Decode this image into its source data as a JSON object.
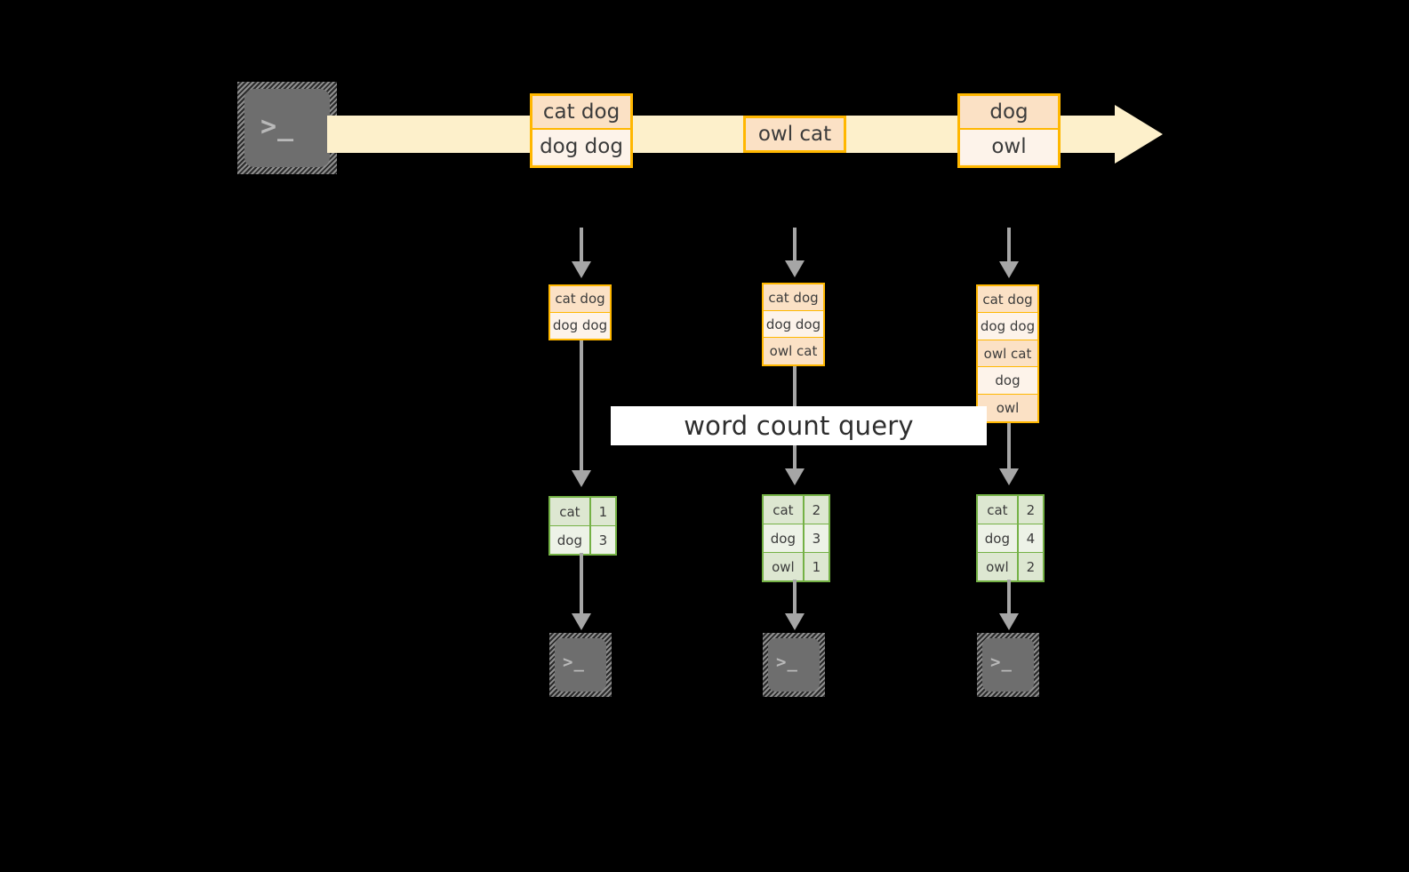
{
  "diagram": {
    "title": "streaming word count over an event timeline",
    "colors": {
      "background": "#000000",
      "timeline_arrow": "#fdf0cb",
      "message_border": "#ffb700",
      "message_fill_dark": "#fbe1c5",
      "message_fill_light": "#fdf3ea",
      "result_border": "#74b145",
      "result_fill_dark": "#dde7d1",
      "result_fill_light": "#edf2e7",
      "connector": "#a6a6a6",
      "terminal_screen": "#6e6e6e",
      "label_band": "#ffffff"
    }
  },
  "source": {
    "icon": "terminal-icon",
    "prompt_glyph": ">_"
  },
  "timeline": {
    "messages": [
      {
        "lines": [
          "cat dog",
          "dog dog"
        ]
      },
      {
        "lines": [
          "owl cat"
        ]
      },
      {
        "lines": [
          "dog",
          "owl"
        ]
      }
    ]
  },
  "snapshots": [
    {
      "stack": [
        "cat dog",
        "dog dog"
      ],
      "result": {
        "rows": [
          {
            "word": "cat",
            "count": "1"
          },
          {
            "word": "dog",
            "count": "3"
          }
        ]
      },
      "sink_icon": "terminal-icon",
      "sink_glyph": ">_"
    },
    {
      "stack": [
        "cat dog",
        "dog dog",
        "owl cat"
      ],
      "result": {
        "rows": [
          {
            "word": "cat",
            "count": "2"
          },
          {
            "word": "dog",
            "count": "3"
          },
          {
            "word": "owl",
            "count": "1"
          }
        ]
      },
      "sink_icon": "terminal-icon",
      "sink_glyph": ">_"
    },
    {
      "stack": [
        "cat dog",
        "dog dog",
        "owl cat",
        "dog",
        "owl"
      ],
      "result": {
        "rows": [
          {
            "word": "cat",
            "count": "2"
          },
          {
            "word": "dog",
            "count": "4"
          },
          {
            "word": "owl",
            "count": "2"
          }
        ]
      },
      "sink_icon": "terminal-icon",
      "sink_glyph": ">_"
    }
  ],
  "query_label": {
    "text": "word count query"
  }
}
